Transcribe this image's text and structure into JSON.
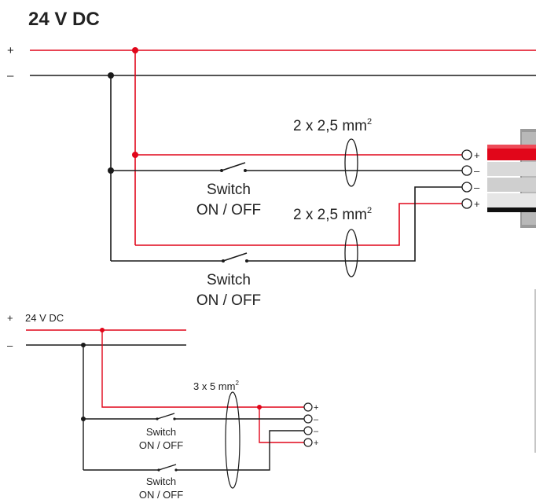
{
  "colors": {
    "positive": "#e1061a",
    "negative": "#1a1a1a",
    "cable": "#8c8c8c"
  },
  "title": "24 V DC",
  "top_wiring": {
    "plus_label": "+",
    "minus_label": "–",
    "cable_1_label": "2 x 2,5 mm",
    "cable_1_sup": "2",
    "cable_2_label": "2 x 2,5 mm",
    "cable_2_sup": "2",
    "switch_1": {
      "line1": "Switch",
      "line2": "ON / OFF"
    },
    "switch_2": {
      "line1": "Switch",
      "line2": "ON / OFF"
    },
    "terminals": [
      "+",
      "–",
      "–",
      "+"
    ]
  },
  "bottom_wiring": {
    "supply_label": "24 V DC",
    "plus_label": "+",
    "minus_label": "–",
    "cable_label": "3 x 5 mm",
    "cable_sup": "2",
    "switch_1": {
      "line1": "Switch",
      "line2": "ON / OFF"
    },
    "switch_2": {
      "line1": "Switch",
      "line2": "ON / OFF"
    },
    "terminals": [
      "+",
      "–",
      "–",
      "+"
    ]
  }
}
